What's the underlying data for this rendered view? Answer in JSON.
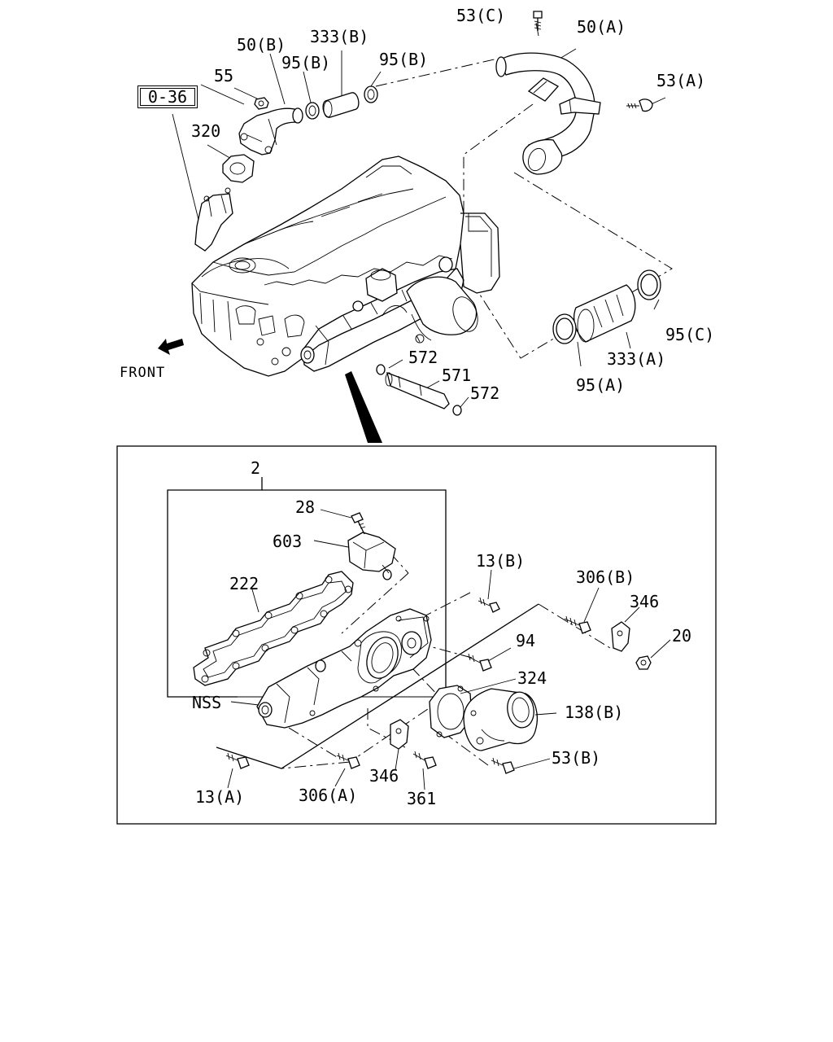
{
  "reference_box": "0-36",
  "front_label": "FRONT",
  "callouts": {
    "c53C": "53(C)",
    "c50A": "50(A)",
    "c53A": "53(A)",
    "c50B": "50(B)",
    "c333B": "333(B)",
    "c95B_1": "95(B)",
    "c95B_2": "95(B)",
    "c55": "55",
    "c320": "320",
    "c95C": "95(C)",
    "c333A": "333(A)",
    "c95A": "95(A)",
    "c572_1": "572",
    "c571": "571",
    "c572_2": "572",
    "c2": "2",
    "c28": "28",
    "c603": "603",
    "c222": "222",
    "c13B": "13(B)",
    "c306B": "306(B)",
    "c346_1": "346",
    "c20": "20",
    "c94": "94",
    "c324": "324",
    "c138B": "138(B)",
    "cNSS": "NSS",
    "c53B": "53(B)",
    "c13A": "13(A)",
    "c306A": "306(A)",
    "c346_2": "346",
    "c361": "361"
  }
}
